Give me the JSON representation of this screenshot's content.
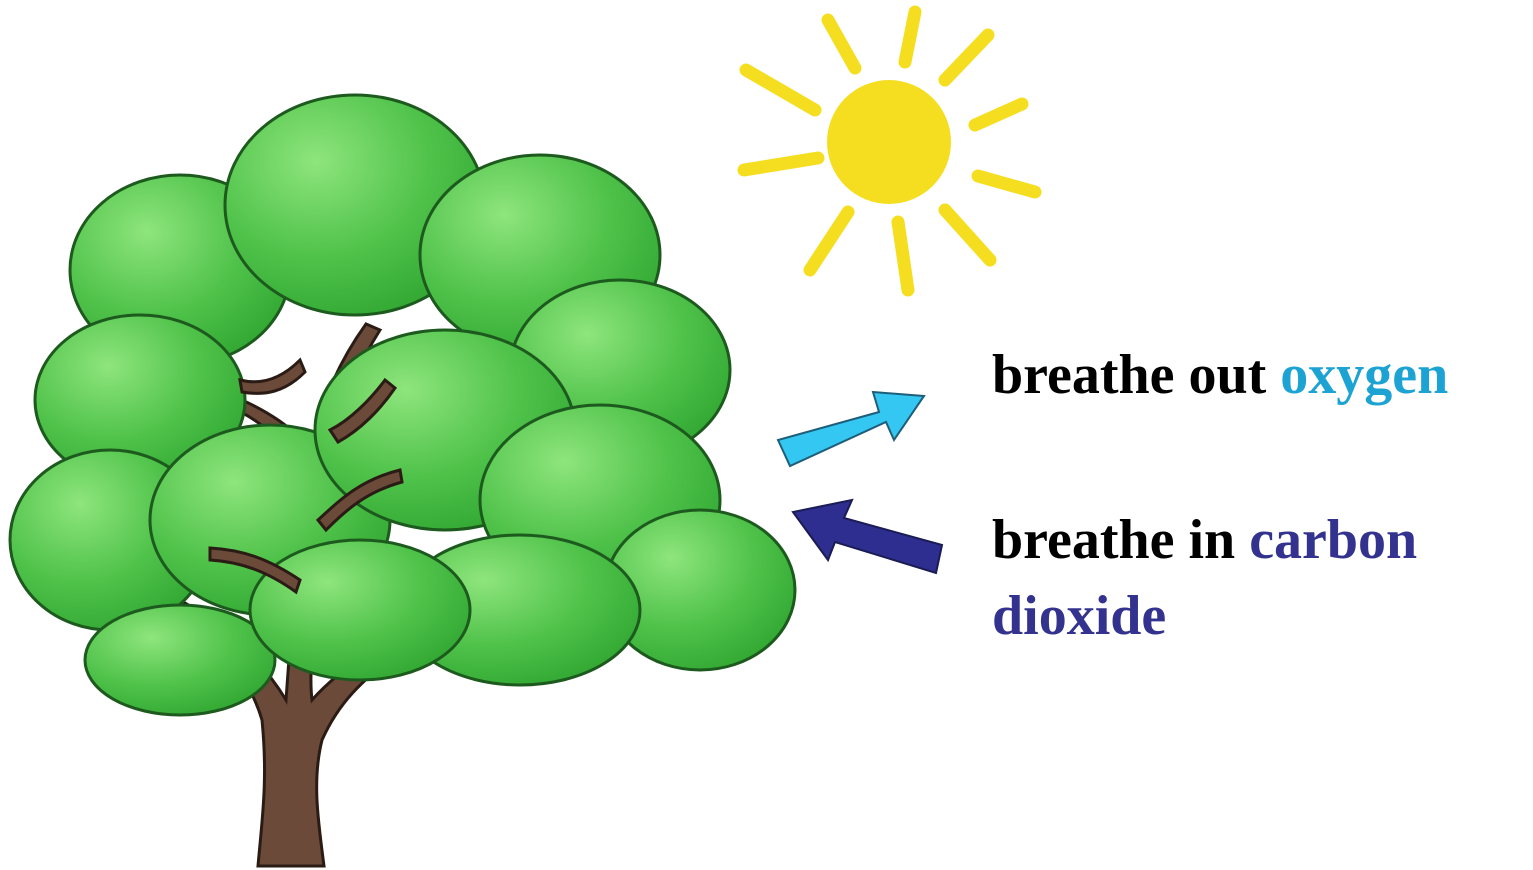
{
  "labels": {
    "out_prefix": "breathe out ",
    "out_gas": "oxygen",
    "in_prefix": "breathe in ",
    "in_gas_line1": "carbon",
    "in_gas_line2": "dioxide"
  },
  "colors": {
    "background": "#ffffff",
    "text": "#000000",
    "oxygen": "#1ca3d4",
    "carbon_dioxide": "#33338f",
    "oxygen_arrow": "#33c7f2",
    "carbon_dioxide_arrow": "#2e2e90",
    "sun": "#f5de20",
    "leaf_dark": "#27a52a",
    "leaf_light": "#7fde72",
    "trunk": "#6b4a3a"
  },
  "icons": {
    "tree": "tree-illustration",
    "sun": "sun-icon",
    "oxygen_arrow": "arrow-up-right-icon",
    "carbon_dioxide_arrow": "arrow-up-left-icon"
  }
}
